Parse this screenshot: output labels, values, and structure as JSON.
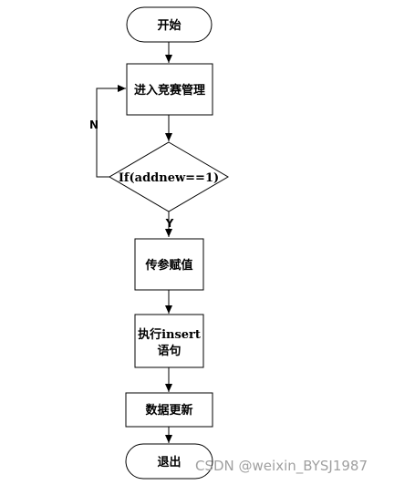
{
  "nodes": {
    "start": "开始",
    "enter": "进入竞赛管理",
    "decision": "If(addnew==1)",
    "assign": "传参赋值",
    "insert_line1": "执行insert",
    "insert_line2": "语句",
    "update": "数据更新",
    "end": "退出"
  },
  "edges": {
    "yes": "Y",
    "no": "N"
  },
  "watermark": "CSDN @weixin_BYSJ1987"
}
